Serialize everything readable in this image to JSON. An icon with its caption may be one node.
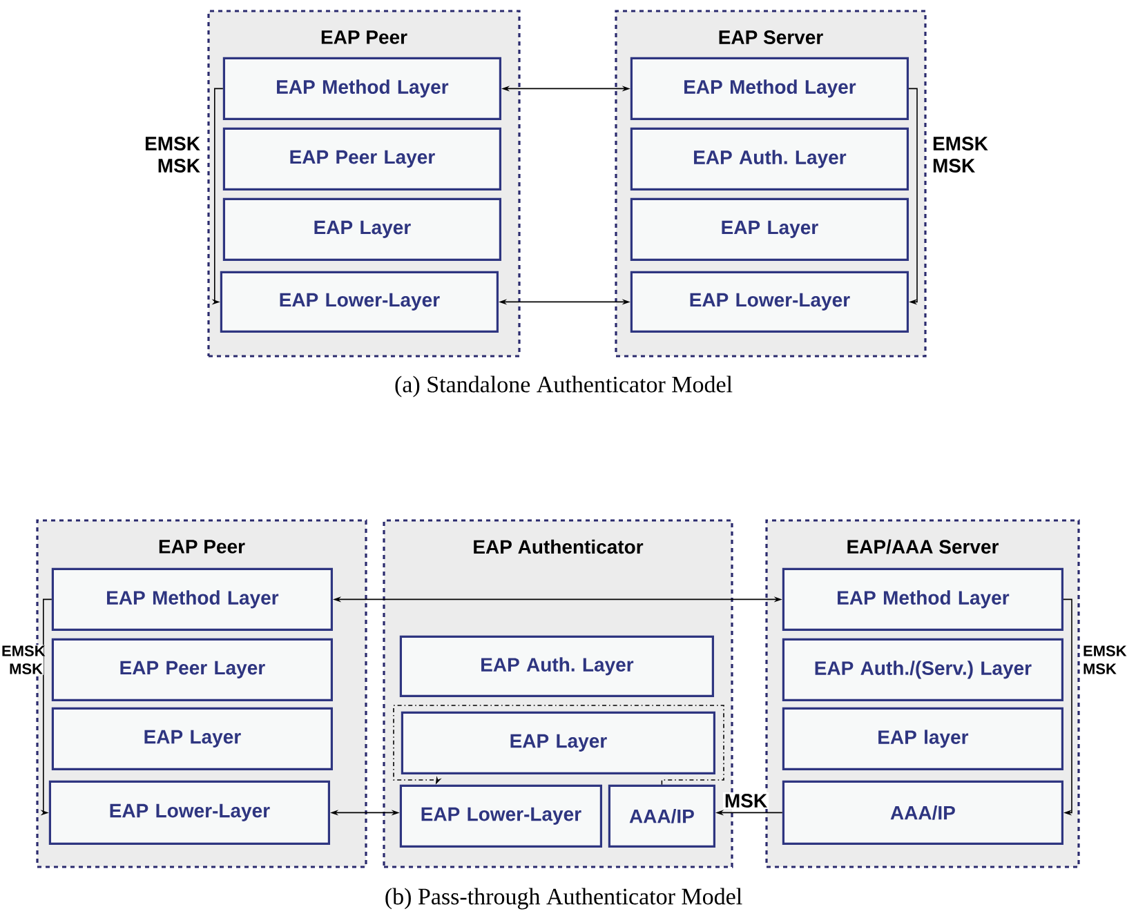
{
  "diagram": {
    "nodes": [
      {
        "text": [
          "EAP Peer"
        ]
      },
      {
        "text": [
          "EAP Method Layer"
        ],
        "in": 0
      },
      {
        "text": [
          "EAP Peer Layer"
        ],
        "in": 0
      },
      {
        "text": [
          "EAP Layer"
        ],
        "in": 0
      },
      {
        "text": [
          "EAP Lower-Layer"
        ],
        "in": 0
      },
      {
        "text": [
          "EAP Server"
        ]
      },
      {
        "text": [
          "EAP Method Layer"
        ],
        "in": 5
      },
      {
        "text": [
          "EAP Auth. Layer"
        ],
        "in": 5
      },
      {
        "text": [
          "EAP Layer"
        ],
        "in": 5
      },
      {
        "text": [
          "EAP Lower-Layer"
        ],
        "in": 5
      },
      {
        "text": [
          "EAP Peer"
        ]
      },
      {
        "text": [
          "EAP Method Layer"
        ],
        "in": 10
      },
      {
        "text": [
          "EAP Peer Layer"
        ],
        "in": 10
      },
      {
        "text": [
          "EAP Layer"
        ],
        "in": 10
      },
      {
        "text": [
          "EAP Lower-Layer"
        ],
        "in": 10
      },
      {
        "text": [
          "EAP Authenticator"
        ]
      },
      {
        "text": [
          "EAP Auth. Layer"
        ],
        "in": 15
      },
      {
        "text": [
          "EAP Layer"
        ],
        "in": 15
      },
      {
        "text": [
          "EAP Lower-Layer"
        ],
        "in": 15
      },
      {
        "text": [
          "AAA/IP"
        ],
        "in": 15
      },
      {
        "text": [
          "EAP/AAA Server"
        ]
      },
      {
        "text": [
          "EAP Method Layer"
        ],
        "in": 20
      },
      {
        "text": [
          "EAP Auth./(Serv.) Layer"
        ],
        "in": 20
      },
      {
        "text": [
          "EAP layer"
        ],
        "in": 20
      },
      {
        "text": [
          "AAA/IP"
        ],
        "in": 20
      }
    ],
    "edges": [
      {
        "from": 1,
        "to": 6,
        "arrow": "both"
      },
      {
        "from": 4,
        "to": 9,
        "arrow": "both"
      },
      {
        "from": 1,
        "to": 4,
        "arrow": "to",
        "label": "EMSK MSK"
      },
      {
        "from": 6,
        "to": 9,
        "arrow": "to",
        "label": "EMSK MSK"
      },
      {
        "from": 11,
        "to": 21,
        "arrow": "both"
      },
      {
        "from": 14,
        "to": 18,
        "arrow": "both"
      },
      {
        "from": 11,
        "to": 14,
        "arrow": "to",
        "label": "EMSK MSK"
      },
      {
        "from": 21,
        "to": 24,
        "arrow": "to",
        "label": "EMSK MSK"
      },
      {
        "from": 24,
        "to": 19,
        "arrow": "to",
        "label": "MSK"
      },
      {
        "from": 19,
        "to": 18,
        "arrow": "to",
        "style": "dashed"
      }
    ],
    "labels": [
      "(a) Standalone Authenticator Model",
      "(b) Pass-through Authenticator Model"
    ]
  }
}
